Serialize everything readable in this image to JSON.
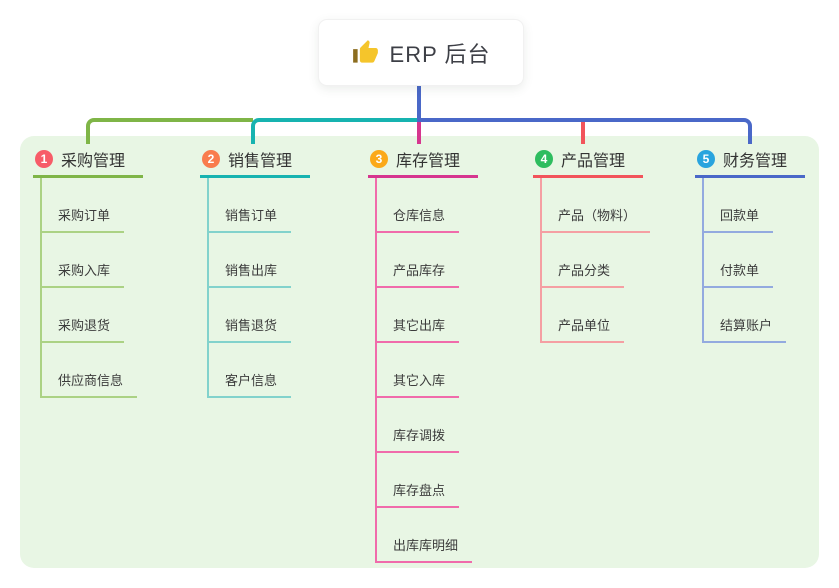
{
  "root": {
    "label": "ERP 后台",
    "icon": "thumbs-up-icon",
    "icon_color": "#F5C52B",
    "icon_sleeve_color": "#8C6D1F"
  },
  "panel": {
    "background": "#E8F6E4"
  },
  "connector_colors": {
    "root_line": "#4A68C8",
    "bus_green": "#7FB547",
    "bus_teal": "#17B3B0",
    "bus_blue": "#4A68C8",
    "drop_magenta": "#D6368F",
    "drop_red": "#F2545B"
  },
  "branches": [
    {
      "index": "1",
      "label": "采购管理",
      "badge_color": "#F75C68",
      "line_color": "#7FB547",
      "child_line_color": "#ABD284",
      "children": [
        "采购订单",
        "采购入库",
        "采购退货",
        "供应商信息"
      ]
    },
    {
      "index": "2",
      "label": "销售管理",
      "badge_color": "#F97C4D",
      "line_color": "#17B3B0",
      "child_line_color": "#82D2CC",
      "children": [
        "销售订单",
        "销售出库",
        "销售退货",
        "客户信息"
      ]
    },
    {
      "index": "3",
      "label": "库存管理",
      "badge_color": "#FBA919",
      "line_color": "#D6368F",
      "child_line_color": "#F06BAB",
      "children": [
        "仓库信息",
        "产品库存",
        "其它出库",
        "其它入库",
        "库存调拨",
        "库存盘点",
        "出库库明细"
      ]
    },
    {
      "index": "4",
      "label": "产品管理",
      "badge_color": "#2EBD5F",
      "line_color": "#F2545B",
      "child_line_color": "#F59FA3",
      "children": [
        "产品（物料）",
        "产品分类",
        "产品单位"
      ]
    },
    {
      "index": "5",
      "label": "财务管理",
      "badge_color": "#29A4DE",
      "line_color": "#4A68C8",
      "child_line_color": "#93AADF",
      "children": [
        "回款单",
        "付款单",
        "结算账户"
      ]
    }
  ]
}
